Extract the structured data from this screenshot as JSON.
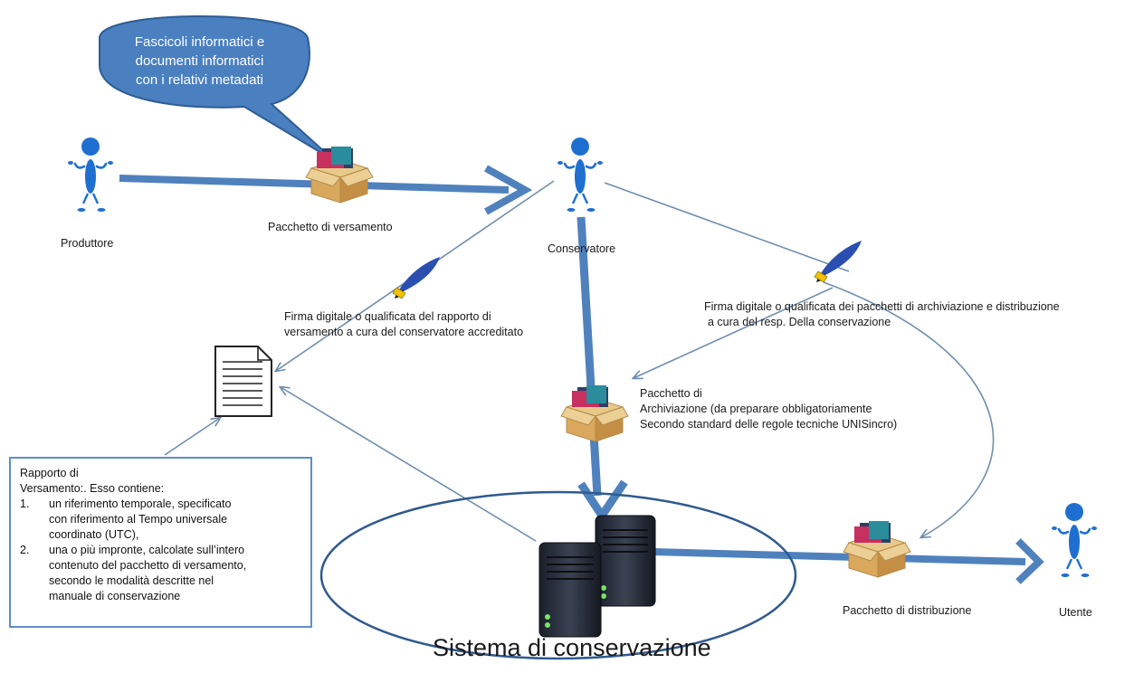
{
  "bubble": {
    "lines": [
      "Fascicoli informatici e",
      "documenti informatici",
      "con i relativi metadati"
    ]
  },
  "actors": {
    "produttore": "Produttore",
    "conservatore": "Conservatore",
    "utente": "Utente"
  },
  "packages": {
    "versamento": "Pacchetto di versamento",
    "archiviazione": [
      "Pacchetto di",
      "Archiviazione (da preparare obbligatoriamente",
      "Secondo standard delle regole tecniche UNISincro)"
    ],
    "distribuzione": "Pacchetto di distribuzione"
  },
  "signatures": {
    "rapporto": [
      "Firma digitale o qualificata del rapporto di",
      "versamento a cura del conservatore accreditato"
    ],
    "pacchetti": [
      "Firma digitale o qualificata dei pacchetti di archiviazione e distribuzione",
      "a cura del resp. Della conservazione"
    ]
  },
  "report": {
    "heading": [
      "Rapporto di",
      "Versamento:. Esso contiene:"
    ],
    "items": [
      {
        "num": "1.",
        "lines": [
          "un riferimento temporale, specificato",
          "con riferimento al Tempo universale",
          "coordinato (UTC),"
        ]
      },
      {
        "num": "2.",
        "lines": [
          "una o più impronte, calcolate sull’intero",
          "contenuto del pacchetto di versamento,",
          "secondo le modalità descritte nel",
          "manuale di conservazione"
        ]
      }
    ]
  },
  "system": {
    "title": "Sistema di conservazione"
  },
  "colors": {
    "flow_arrow": "#4f81bd",
    "thin_line": "#6f8ead",
    "bubble_fill": "#4a7fc0",
    "actor": "#1f6fd1",
    "box_border": "#5b8fc7"
  }
}
